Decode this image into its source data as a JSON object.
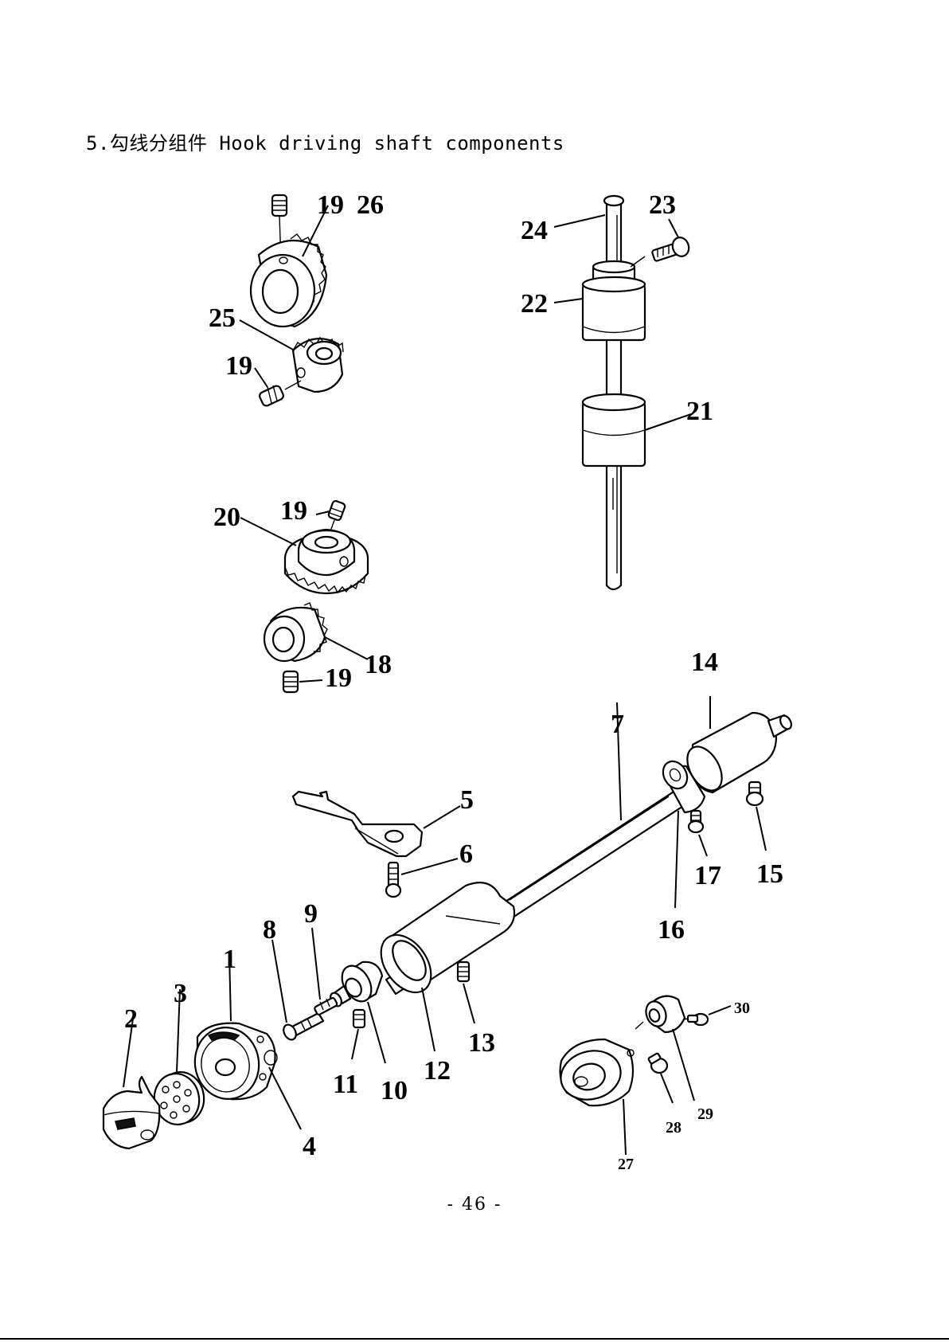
{
  "title": "5.勾线分组件 Hook driving shaft components",
  "page_number": "- 46 -",
  "callouts": {
    "c1": "1",
    "c2": "2",
    "c3": "3",
    "c4": "4",
    "c5": "5",
    "c6": "6",
    "c7": "7",
    "c8": "8",
    "c9": "9",
    "c10": "10",
    "c11": "11",
    "c12": "12",
    "c13": "13",
    "c14": "14",
    "c15": "15",
    "c16": "16",
    "c17": "17",
    "c18": "18",
    "c19": "19",
    "c20": "20",
    "c21": "21",
    "c22": "22",
    "c23": "23",
    "c24": "24",
    "c25": "25",
    "c26": "26",
    "c27": "27",
    "c28": "28",
    "c29": "29",
    "c30": "30"
  }
}
